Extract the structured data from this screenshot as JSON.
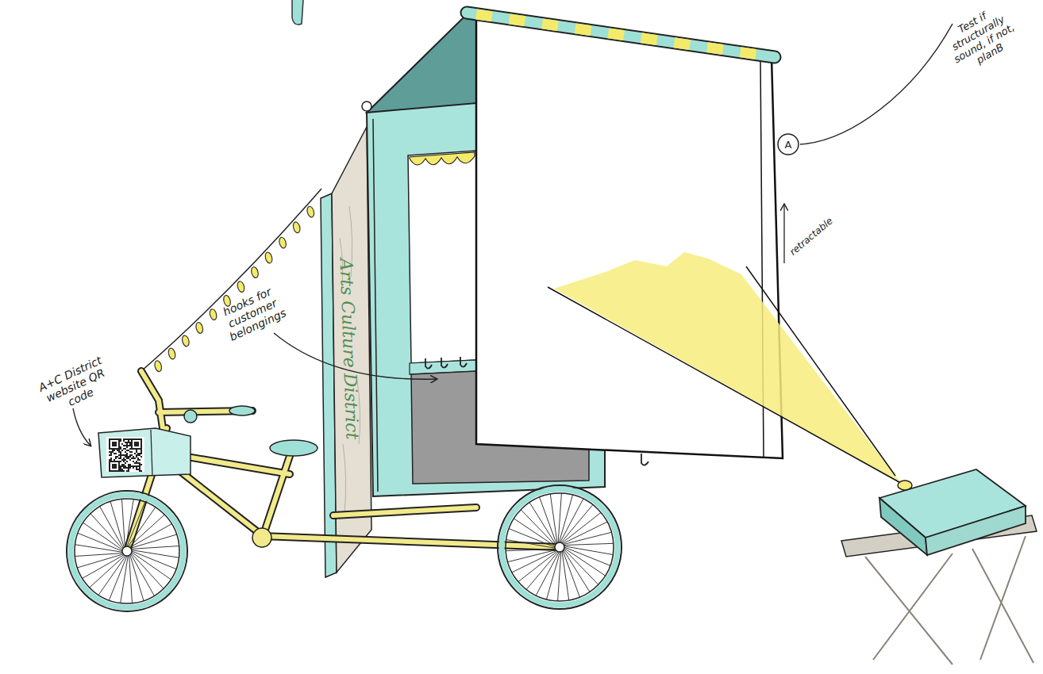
{
  "diagram": {
    "nodes": [
      {
        "text": [
          "A"
        ]
      }
    ],
    "labels": [
      "A+C District website QR code",
      "hooks for customer belongings",
      "retractable",
      "Test if structurally sound, if not, planB",
      "Arts Culture District"
    ]
  }
}
